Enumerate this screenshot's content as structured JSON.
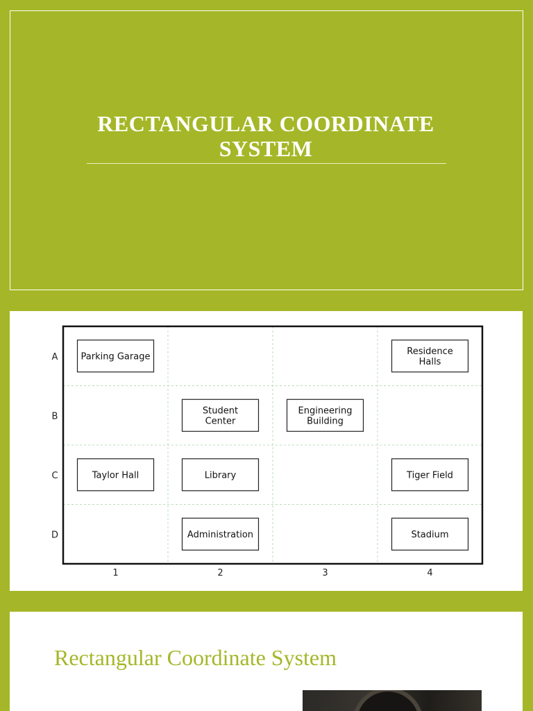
{
  "slides": {
    "title_slide": {
      "title_line1": "RECTANGULAR COORDINATE",
      "title_line2": "SYSTEM"
    },
    "grid_slide": {
      "rows": [
        "A",
        "B",
        "C",
        "D"
      ],
      "columns": [
        "1",
        "2",
        "3",
        "4"
      ],
      "places": [
        {
          "row": "A",
          "col": "1",
          "lines": [
            "Parking Garage"
          ]
        },
        {
          "row": "A",
          "col": "4",
          "lines": [
            "Residence",
            "Halls"
          ]
        },
        {
          "row": "B",
          "col": "2",
          "lines": [
            "Student",
            "Center"
          ]
        },
        {
          "row": "B",
          "col": "3",
          "lines": [
            "Engineering",
            "Building"
          ]
        },
        {
          "row": "C",
          "col": "1",
          "lines": [
            "Taylor Hall"
          ]
        },
        {
          "row": "C",
          "col": "2",
          "lines": [
            "Library"
          ]
        },
        {
          "row": "C",
          "col": "4",
          "lines": [
            "Tiger Field"
          ]
        },
        {
          "row": "D",
          "col": "2",
          "lines": [
            "Administration"
          ]
        },
        {
          "row": "D",
          "col": "4",
          "lines": [
            "Stadium"
          ]
        }
      ]
    },
    "third_slide": {
      "heading": "Rectangular Coordinate System"
    }
  },
  "colors": {
    "accent": "#a5b728",
    "grid_dash": "#b9dcb9",
    "border": "#111111"
  },
  "icons": {
    "photo": "portrait-photo"
  }
}
